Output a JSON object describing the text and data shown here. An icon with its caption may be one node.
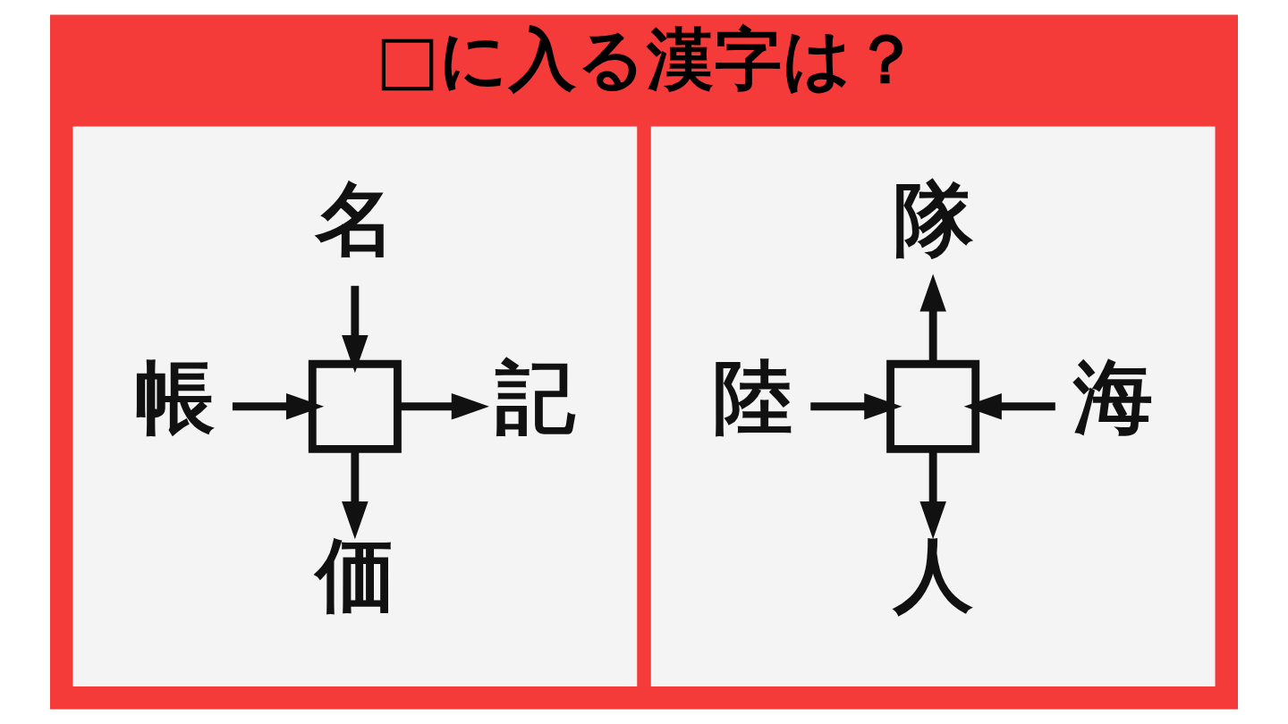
{
  "diagram": {
    "title": "□に入る漢字は？",
    "nodes": [
      {
        "text": [],
        "shape": "box"
      },
      {
        "text": [
          "名"
        ],
        "in": 0
      },
      {
        "text": [
          "帳"
        ],
        "in": 0
      },
      {
        "text": [],
        "shape": "box",
        "in": 0
      },
      {
        "text": [
          "記"
        ],
        "in": 0
      },
      {
        "text": [
          "価"
        ],
        "in": 0
      },
      {
        "text": [],
        "shape": "box"
      },
      {
        "text": [
          "隊"
        ],
        "in": 6
      },
      {
        "text": [
          "陸"
        ],
        "in": 6
      },
      {
        "text": [],
        "shape": "box",
        "in": 6
      },
      {
        "text": [
          "海"
        ],
        "in": 6
      },
      {
        "text": [
          "人"
        ],
        "in": 6
      }
    ],
    "edges": [
      {
        "from": 1,
        "to": 3,
        "arrow": "to"
      },
      {
        "from": 2,
        "to": 3,
        "arrow": "to"
      },
      {
        "from": 3,
        "to": 4,
        "arrow": "to"
      },
      {
        "from": 3,
        "to": 5,
        "arrow": "to"
      },
      {
        "from": 9,
        "to": 7,
        "arrow": "to"
      },
      {
        "from": 8,
        "to": 9,
        "arrow": "to"
      },
      {
        "from": 10,
        "to": 9,
        "arrow": "to"
      },
      {
        "from": 9,
        "to": 11,
        "arrow": "to"
      }
    ]
  }
}
